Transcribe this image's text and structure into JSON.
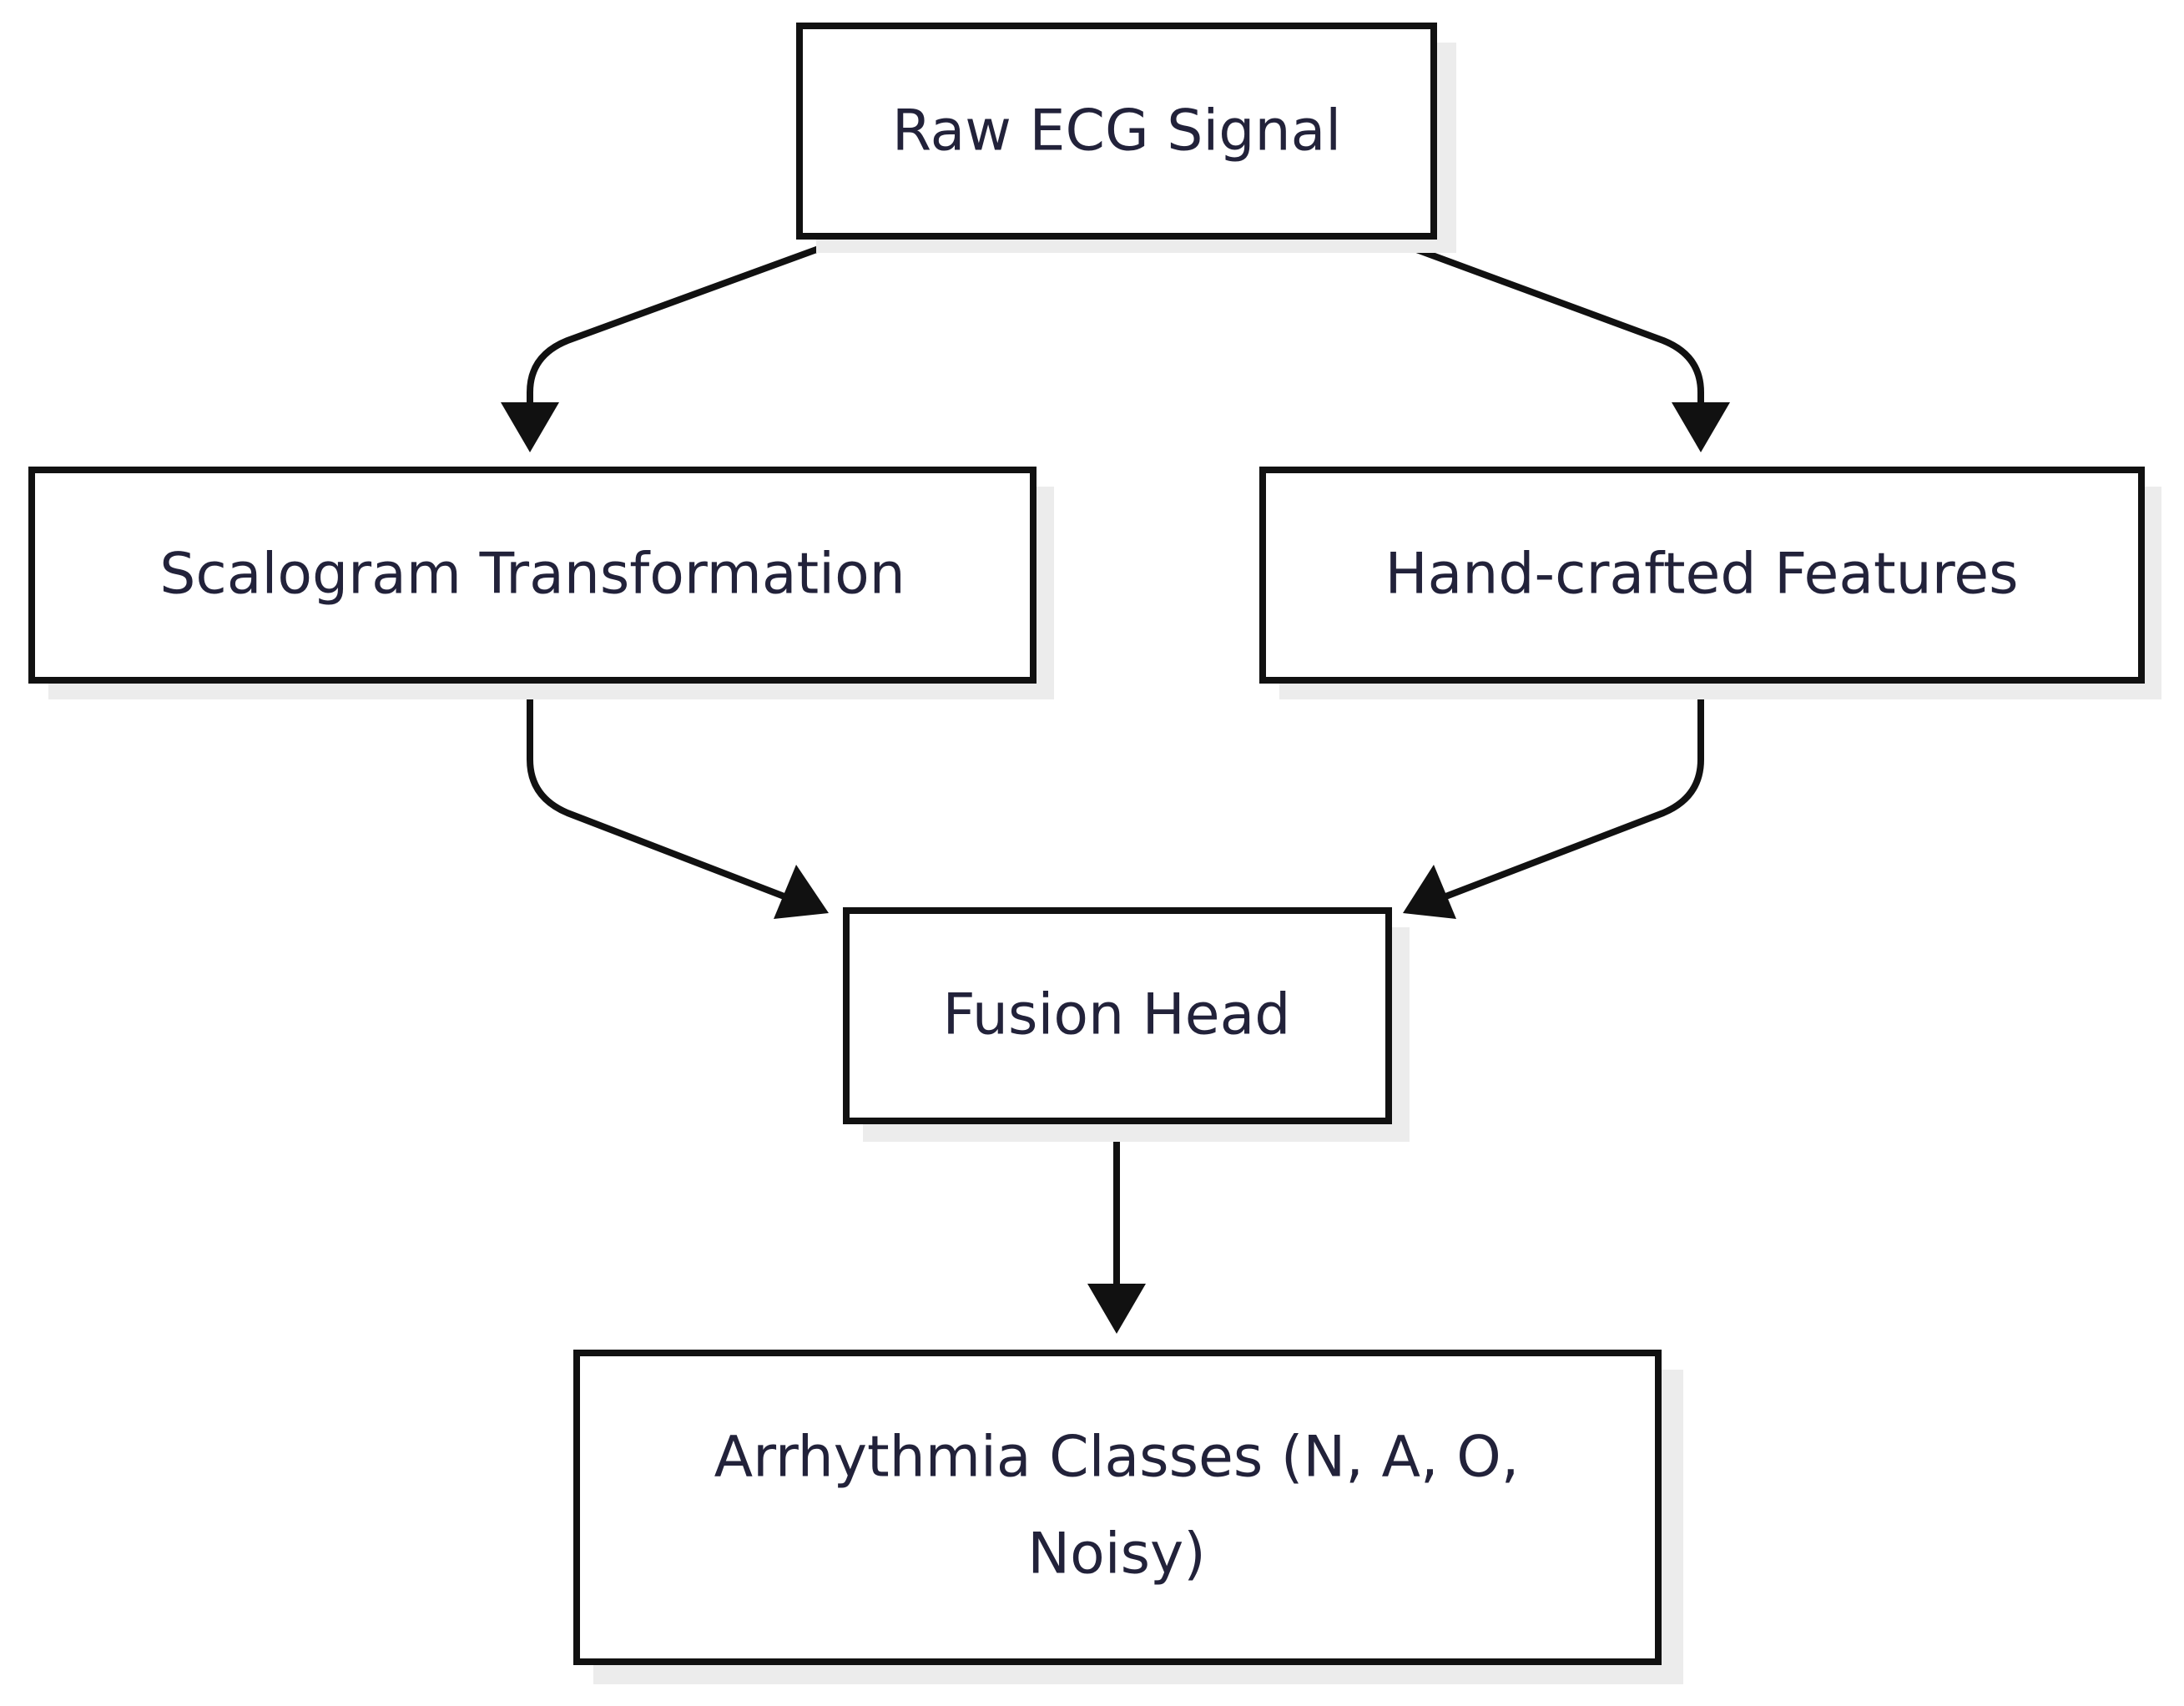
{
  "nodes": {
    "raw_ecg": {
      "label": "Raw ECG Signal"
    },
    "scalogram": {
      "label": "Scalogram Transformation"
    },
    "handcrafted": {
      "label": "Hand-crafted Features"
    },
    "fusion": {
      "label": "Fusion Head"
    },
    "arrhythmia": {
      "line1": "Arrhythmia Classes (N, A, O,",
      "line2": "Noisy)"
    }
  },
  "edges": [
    {
      "from": "raw_ecg",
      "to": "scalogram"
    },
    {
      "from": "raw_ecg",
      "to": "handcrafted"
    },
    {
      "from": "scalogram",
      "to": "fusion"
    },
    {
      "from": "handcrafted",
      "to": "fusion"
    },
    {
      "from": "fusion",
      "to": "arrhythmia"
    }
  ],
  "colors": {
    "stroke": "#111111",
    "text": "#22223a",
    "shadow": "#ececec",
    "fill": "#ffffff"
  }
}
